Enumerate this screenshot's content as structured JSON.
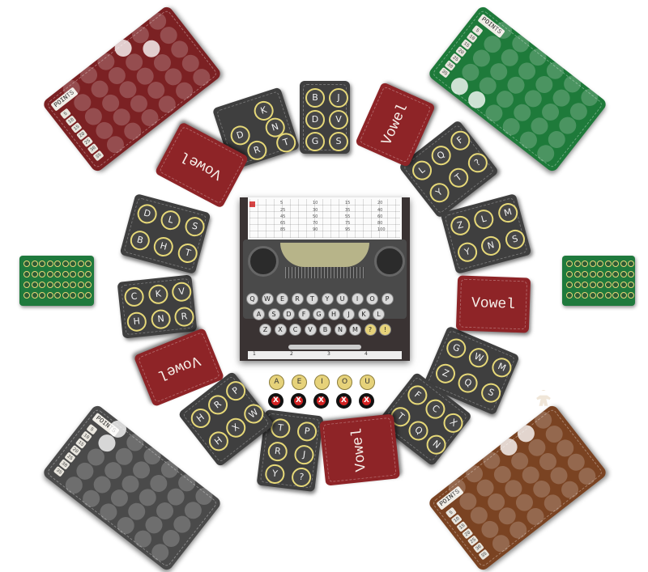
{
  "player_cards": [
    {
      "id": "red",
      "color": "#7b2123",
      "label": "POINTS"
    },
    {
      "id": "green",
      "color": "#1e7a3a",
      "label": "POINTS"
    },
    {
      "id": "gray",
      "color": "#4a4a4a",
      "label": "POINTS"
    },
    {
      "id": "brown",
      "color": "#7a4322",
      "label": "POINTS"
    }
  ],
  "box_marks": [
    "5",
    "10",
    "15",
    "20",
    "25",
    "30",
    "35"
  ],
  "letter_cards": [
    {
      "letters": [
        "K",
        "D",
        "N",
        "R",
        "T"
      ]
    },
    {
      "letters": [
        "B",
        "J",
        "D",
        "V",
        "G",
        "S"
      ]
    },
    {
      "letters": [
        "L",
        "Q",
        "F",
        "Y",
        "T",
        "?"
      ]
    },
    {
      "letters": [
        "Z",
        "L",
        "M",
        "Y",
        "N",
        "S"
      ]
    },
    {
      "letters": [
        "G",
        "W",
        "M",
        "Z",
        "Q",
        "S"
      ]
    },
    {
      "letters": [
        "F",
        "C",
        "X",
        "T",
        "Q",
        "N"
      ]
    },
    {
      "letters": [
        "T",
        "P",
        "R",
        "J",
        "Y",
        "?"
      ]
    },
    {
      "letters": [
        "H",
        "R",
        "P",
        "H",
        "X",
        "W"
      ]
    },
    {
      "letters": [
        "C",
        "K",
        "V",
        "H",
        "N",
        "R"
      ]
    },
    {
      "letters": [
        "D",
        "L",
        "S",
        "B",
        "H",
        "T"
      ]
    }
  ],
  "vowel_label": "Vowel",
  "vowel_gauges": [
    "A",
    "E",
    "I",
    "O",
    "U"
  ],
  "strike_marks": [
    "X",
    "X",
    "X",
    "X",
    "X"
  ],
  "keyboard_rows": [
    [
      "Q",
      "W",
      "E",
      "R",
      "T",
      "Y",
      "U",
      "I",
      "O",
      "P"
    ],
    [
      "A",
      "S",
      "D",
      "F",
      "G",
      "H",
      "J",
      "K",
      "L"
    ],
    [
      "Z",
      "X",
      "C",
      "V",
      "B",
      "N",
      "M",
      "?",
      "!"
    ]
  ],
  "paper_header": [
    "5",
    "10",
    "15",
    "20"
  ],
  "paper_rows": [
    [
      "25",
      "30",
      "35",
      "40"
    ],
    [
      "45",
      "50",
      "55",
      "60"
    ],
    [
      "65",
      "70",
      "75",
      "80"
    ],
    [
      "85",
      "90",
      "95",
      "100"
    ]
  ],
  "ribbon_numbers": [
    "1",
    "2",
    "3",
    "4"
  ]
}
